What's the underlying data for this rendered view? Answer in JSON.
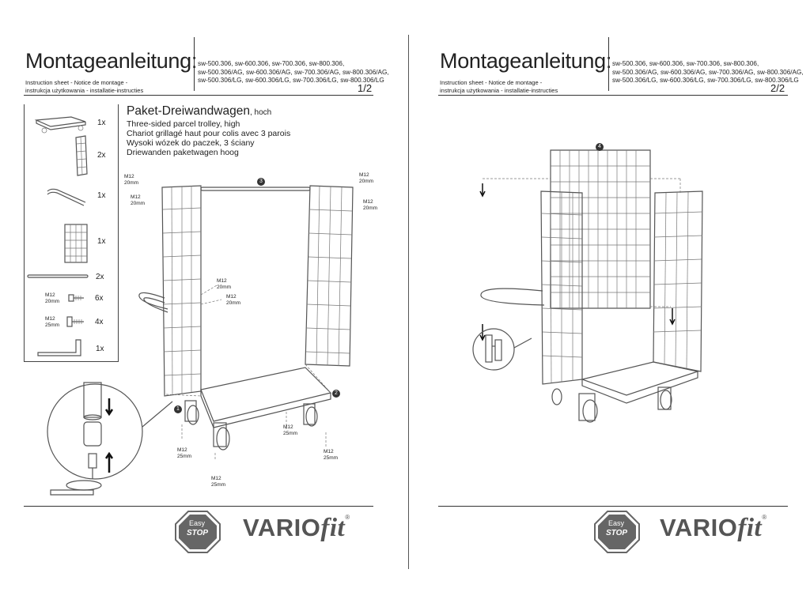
{
  "pages": [
    {
      "title": "Montageanleitung:",
      "subtitle_1": "Instruction sheet - Notice de montage -",
      "subtitle_2": "instrukcja użytkowania - installatie-instructies",
      "models": [
        "sw-500.306, sw-600.306, sw-700.306, sw-800.306,",
        "sw-500.306/AG, sw-600.306/AG, sw-700.306/AG, sw-800.306/AG,",
        "sw-500.306/LG, sw-600.306/LG, sw-700.306/LG, sw-800.306/LG"
      ],
      "page_number": "1/2"
    },
    {
      "title": "Montageanleitung:",
      "subtitle_1": "Instruction sheet - Notice de montage -",
      "subtitle_2": "instrukcja użytkowania - installatie-instructies",
      "models": [
        "sw-500.306, sw-600.306, sw-700.306, sw-800.306,",
        "sw-500.306/AG, sw-600.306/AG, sw-700.306/AG, sw-800.306/AG,",
        "sw-500.306/LG, sw-600.306/LG, sw-700.306/LG, sw-800.306/LG"
      ],
      "page_number": "2/2"
    }
  ],
  "product": {
    "title": "Paket-Dreiwandwagen",
    "title_suffix": ", hoch",
    "translations": [
      "Three-sided parcel trolley, high",
      "Chariot grillagé haut pour colis avec 3 parois",
      "Wysoki wózek do paczek, 3 ściany",
      "Driewanden paketwagen hoog"
    ]
  },
  "parts": [
    {
      "qty": "1x",
      "icon": "trolley-base-icon"
    },
    {
      "qty": "2x",
      "icon": "side-mesh-panel-icon"
    },
    {
      "qty": "1x",
      "icon": "push-handle-icon"
    },
    {
      "qty": "1x",
      "icon": "back-mesh-panel-icon"
    },
    {
      "qty": "2x",
      "icon": "cross-bar-icon"
    },
    {
      "qty": "6x",
      "icon": "bolt-icon",
      "label_1": "M12",
      "label_2": "20mm"
    },
    {
      "qty": "4x",
      "icon": "bolt-icon",
      "label_1": "M12",
      "label_2": "25mm"
    },
    {
      "qty": "1x",
      "icon": "allen-key-icon"
    }
  ],
  "diagram_labels": {
    "a": {
      "l1": "M12",
      "l2": "20mm"
    },
    "b": {
      "l1": "M12",
      "l2": "20mm"
    },
    "c": {
      "l1": "M12",
      "l2": "20mm"
    },
    "d": {
      "l1": "M12",
      "l2": "20mm"
    },
    "e": {
      "l1": "M12",
      "l2": "20mm"
    },
    "f": {
      "l1": "M12",
      "l2": "20mm"
    },
    "g": {
      "l1": "M12",
      "l2": "25mm"
    },
    "h": {
      "l1": "M12",
      "l2": "25mm"
    },
    "i": {
      "l1": "M12",
      "l2": "25mm"
    },
    "j": {
      "l1": "M12",
      "l2": "25mm"
    }
  },
  "steps": {
    "s1": "1",
    "s2": "2",
    "s3": "3",
    "s4": "4"
  },
  "logo": {
    "stop_line_1": "Easy",
    "stop_line_2": "STOP",
    "brand_main": "VARIO",
    "brand_script": "fit",
    "brand_mark": "®",
    "colors": {
      "brand": "#555555",
      "sign": "#666666"
    }
  }
}
